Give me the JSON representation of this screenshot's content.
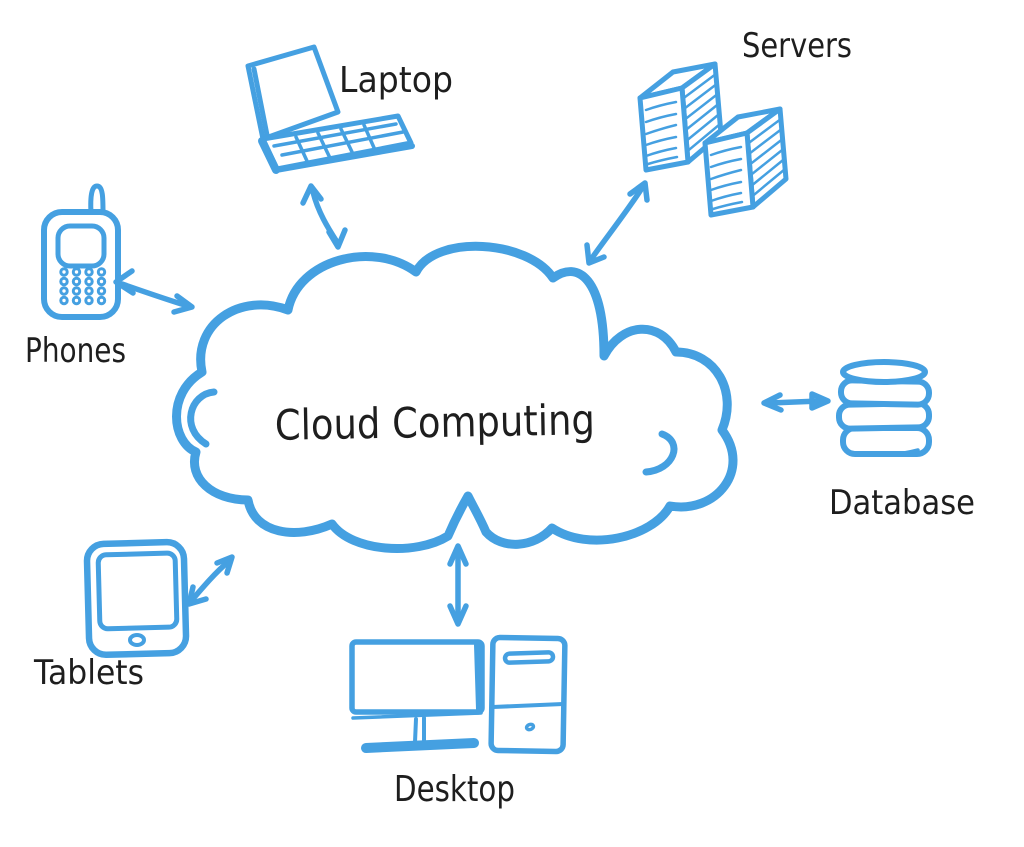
{
  "palette": {
    "sketch_blue": "#45A0E1",
    "label_black": "#1e1e1e",
    "background": "#ffffff"
  },
  "diagram": {
    "style": "hand-drawn-sketch",
    "center": {
      "label": "Cloud Computing",
      "shape": "cloud"
    },
    "nodes": [
      {
        "id": "laptop",
        "label": "Laptop",
        "icon": "laptop-icon",
        "position": "top-left",
        "link": "two-way-arrow"
      },
      {
        "id": "servers",
        "label": "Servers",
        "icon": "server-rack-icon",
        "position": "top-right",
        "link": "two-way-arrow"
      },
      {
        "id": "phones",
        "label": "Phones",
        "icon": "mobile-phone-icon",
        "position": "left",
        "link": "two-way-arrow"
      },
      {
        "id": "database",
        "label": "Database",
        "icon": "database-stack-icon",
        "position": "right",
        "link": "two-way-arrow"
      },
      {
        "id": "tablets",
        "label": "Tablets",
        "icon": "tablet-icon",
        "position": "bottom-left",
        "link": "two-way-arrow"
      },
      {
        "id": "desktop",
        "label": "Desktop",
        "icon": "desktop-computer-icon",
        "position": "bottom",
        "link": "two-way-arrow"
      }
    ]
  }
}
